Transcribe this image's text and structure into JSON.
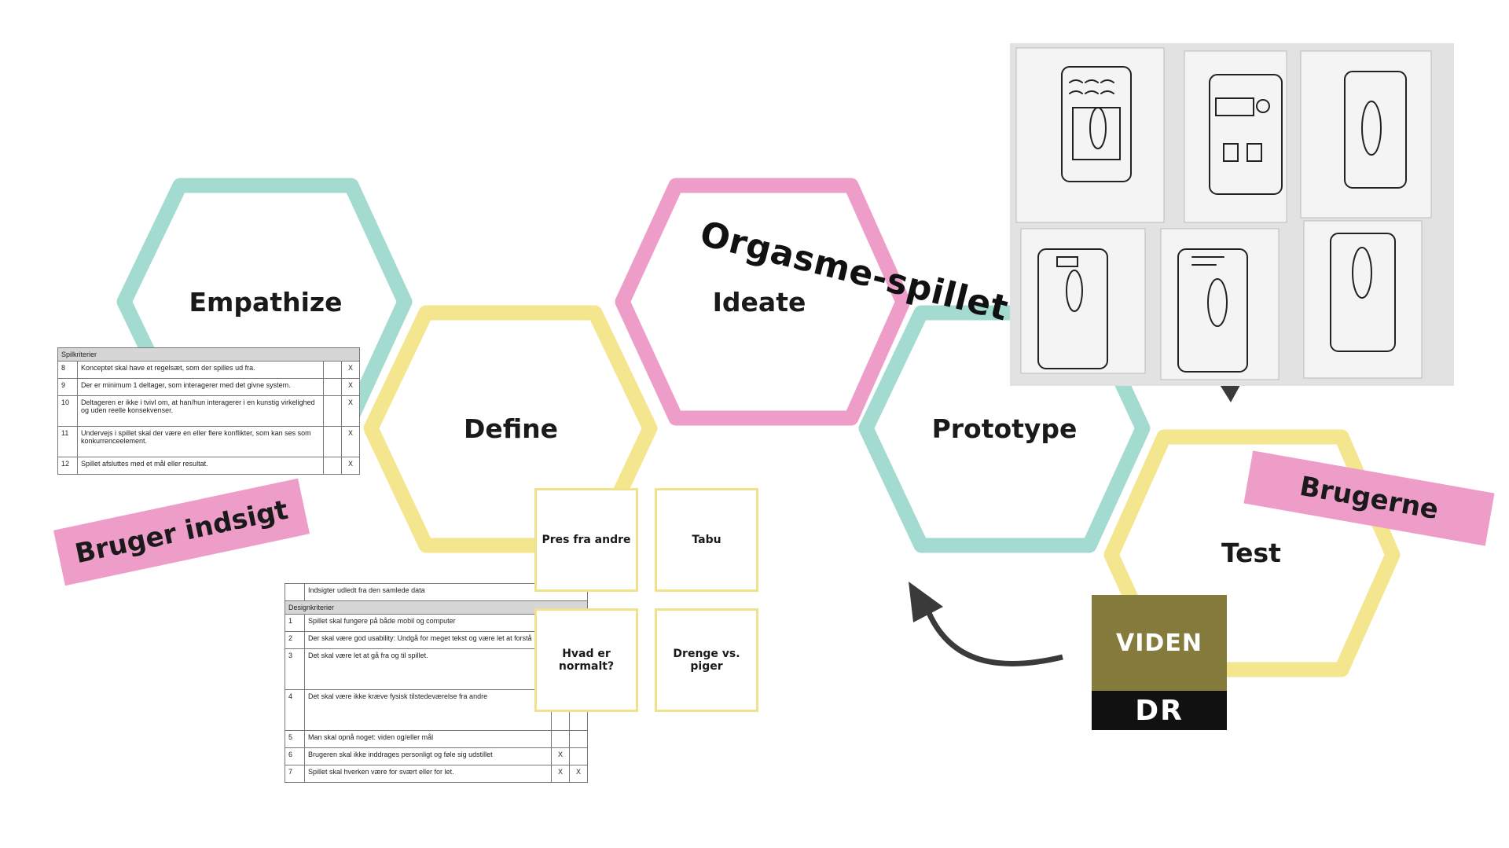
{
  "title": "Orgasme-spillet",
  "stages": [
    {
      "label": "Empathize",
      "color": "#a3dbd1"
    },
    {
      "label": "Define",
      "color": "#f4e68e"
    },
    {
      "label": "Ideate",
      "color": "#ee9dc8"
    },
    {
      "label": "Prototype",
      "color": "#a3dbd1"
    },
    {
      "label": "Test",
      "color": "#f4e68e"
    }
  ],
  "tags": {
    "bruger_indsigt": "Bruger indsigt",
    "brugerne": "Brugerne"
  },
  "spilkriterier": {
    "header": "Spilkriterier",
    "rows": [
      {
        "num": "8",
        "text": "Konceptet skal have et regelsæt, som der spilles ud fra.",
        "mark": "X"
      },
      {
        "num": "9",
        "text": "Der er minimum 1 deltager, som interagerer med det givne system.",
        "mark": "X"
      },
      {
        "num": "10",
        "text": "Deltageren er ikke i tvivl om, at han/hun interagerer i en kunstig virkelighed og uden reelle konsekvenser.",
        "mark": "X"
      },
      {
        "num": "11",
        "text": "Undervejs i spillet skal der være en eller flere konflikter, som kan ses som konkurrenceelement.",
        "mark": "X"
      },
      {
        "num": "12",
        "text": "Spillet afsluttes med et mål eller resultat.",
        "mark": "X"
      }
    ]
  },
  "designkriterier": {
    "top_row": "Indsigter udledt fra den samlede data",
    "header": "Designkriterier",
    "rows": [
      {
        "num": "1",
        "text": "Spillet skal fungere på både mobil og computer",
        "mark1": "",
        "mark2": ""
      },
      {
        "num": "2",
        "text": "Der skal være god usability: Undgå for meget tekst og være let at forstå",
        "mark1": "",
        "mark2": ""
      },
      {
        "num": "3",
        "text": "Det skal være let at gå fra og til spillet.",
        "mark1": "",
        "mark2": ""
      },
      {
        "num": "4",
        "text": "Det skal være ikke kræve fysisk tilstedeværelse fra andre",
        "mark1": "",
        "mark2": ""
      },
      {
        "num": "5",
        "text": "Man skal opnå noget: viden og/eller mål",
        "mark1": "",
        "mark2": ""
      },
      {
        "num": "6",
        "text": "Brugeren skal ikke inddrages personligt og føle sig udstillet",
        "mark1": "X",
        "mark2": ""
      },
      {
        "num": "7",
        "text": "Spillet skal hverken være for svært eller for let.",
        "mark1": "X",
        "mark2": "X"
      }
    ]
  },
  "cards": [
    "Pres fra andre",
    "Tabu",
    "Hvad er normalt?",
    "Drenge vs. piger"
  ],
  "logo": {
    "top": "VIDEN",
    "bottom": "DR"
  },
  "colors": {
    "teal": "#a3dbd1",
    "yellow": "#f4e68e",
    "pink": "#ee9dc8",
    "arrow": "#3a3a3a"
  }
}
